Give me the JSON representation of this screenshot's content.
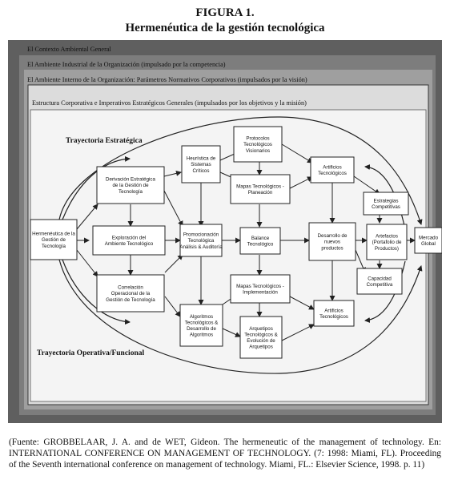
{
  "figure": {
    "label": "FIGURA 1.",
    "title": "Hermenéutica de la gestión tecnológica"
  },
  "environments": [
    "El Contexto Ambiental General",
    "El Ambiente Industrial de la Organización (impulsado por la competencia)",
    "El Ambiente Interno de la Organización: Parámetros Normativos Corporativos (impulsados por la visión)",
    "Estructura Corporativa e Imperativos Estratégicos Generales (impulsados por los objetivos y la misión)"
  ],
  "trajectories": {
    "strategic": "Trayectoria Estratégica",
    "operational": "Trayectoria Operativa/Funcional"
  },
  "nodes": {
    "hermeneutica": [
      "Hermenéutica de la",
      "Gestión de",
      "Tecnología"
    ],
    "derivacion": [
      "Derivación Estratégica",
      "de la Gestión de",
      "Tecnología"
    ],
    "heuristica": [
      "Heurística de",
      "Sistemas",
      "Críticos"
    ],
    "protocolos": [
      "Protocolos",
      "Tecnológicos",
      "Visionarios"
    ],
    "mapas_planeacion": [
      "Mapas Tecnológicos -",
      "Planeación"
    ],
    "artificios_top": [
      "Artificios",
      "Tecnológicos"
    ],
    "estrategias": [
      "Estrategias",
      "Competitivas"
    ],
    "exploracion": [
      "Exploración del",
      "Ambiente Tecnológico"
    ],
    "promocion": [
      "Promocionación",
      "Tecnológica",
      "Análisis & Auditoría"
    ],
    "balance": [
      "Balance",
      "Tecnológico"
    ],
    "desarrollo": [
      "Desarrollo de",
      "nuevos",
      "productos"
    ],
    "artefactos": [
      "Artefactos",
      "(Portafolio de",
      "Productos)"
    ],
    "mercado": [
      "Mercado",
      "Global"
    ],
    "correlacion": [
      "Correlación",
      "Operacional de la",
      "Gestión de Tecnología"
    ],
    "mapas_implementacion": [
      "Mapas Tecnológicos -",
      "Implementación"
    ],
    "capacidad": [
      "Capacidad",
      "Competitiva"
    ],
    "algoritmos": [
      "Algoritmos",
      "Tecnológicos &",
      "Desarrollo de",
      "Algoritmos"
    ],
    "arquetipos": [
      "Arquetipos",
      "Tecnológicos &",
      "Evolución de",
      "Arquetipos"
    ],
    "artificios_bottom": [
      "Artificios",
      "Tecnológicos"
    ]
  },
  "caption": "(Fuente: GROBBELAAR, J. A. and de WET, Gideon. The hermeneutic of the management of technology. En: INTERNATIONAL CONFERENCE ON MANAGEMENT OF TECHNOLOGY. (7: 1998: Miami, FL). Proceeding of the Seventh international conference on management of technology. Miami, FL.: Elsevier Science, 1998. p. 11)"
}
